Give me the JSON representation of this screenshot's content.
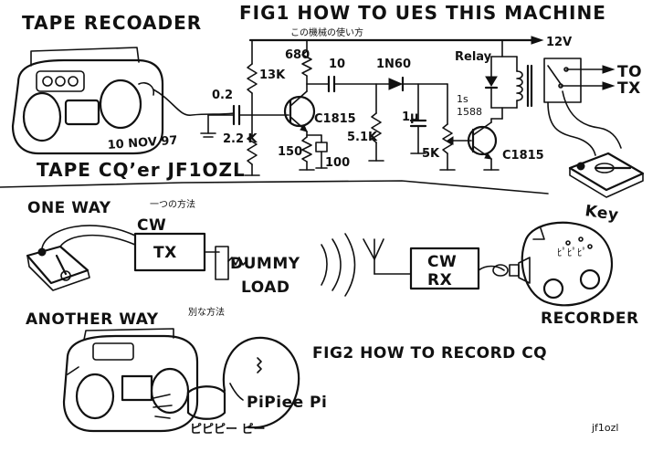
{
  "fig1": {
    "title": "FIG1   HOW TO UES   THIS  MACHINE",
    "subtitle_jp": "この機械の使い方",
    "tape_recorder_label": "TAPE RECOADER",
    "date": "10 NOV 97",
    "device_label": "TAPE CQ’er  JF1OZL",
    "voltage": "12V",
    "relay_label": "Relay",
    "to_tx": [
      "TO",
      "TX"
    ],
    "key_label": "Key",
    "components": {
      "c_in": "0.2",
      "r_13k": "13K",
      "r_2k2": "2.2 K",
      "r_680": "680",
      "r_150": "150",
      "c_100": "100",
      "c_10": "10",
      "t1": "C1815",
      "diode": "1N60",
      "r_5k1": "5.1K",
      "c_1u": "1μ",
      "pot": "5K",
      "t2_note_1": "1s",
      "t2_note_2": "1588",
      "t2": "C1815"
    }
  },
  "fig2": {
    "title": "FIG2  HOW TO RECORD CQ",
    "one_way": "ONE  WAY",
    "one_way_jp": "一つの方法",
    "cw_label": "CW",
    "tx_label": "TX",
    "dummy_load": [
      "DUMMY",
      "LOAD"
    ],
    "cw_rx": [
      "CW",
      "RX"
    ],
    "recorder_label": "RECORDER",
    "another_way": "ANOTHER  WAY",
    "another_way_jp": "別な方法",
    "sound": "PiPiee Pi",
    "sound_jp": "ピピピー ピー",
    "speaker_sound": "ﾋﾟﾋﾟﾋﾟ"
  },
  "signature": "jf1ozl"
}
